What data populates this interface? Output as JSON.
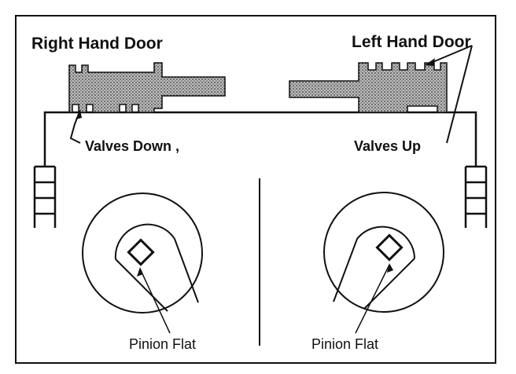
{
  "labels": {
    "right_hand_door": "Right Hand Door",
    "left_hand_door": "Left Hand Door",
    "valves_down": "Valves Down ,",
    "valves_up": "Valves Up",
    "pinion_flat_left": "Pinion Flat",
    "pinion_flat_right": "Pinion Flat"
  },
  "colors": {
    "ink": "#111111",
    "stipple": "#7a7a7a",
    "background": "#ffffff"
  }
}
